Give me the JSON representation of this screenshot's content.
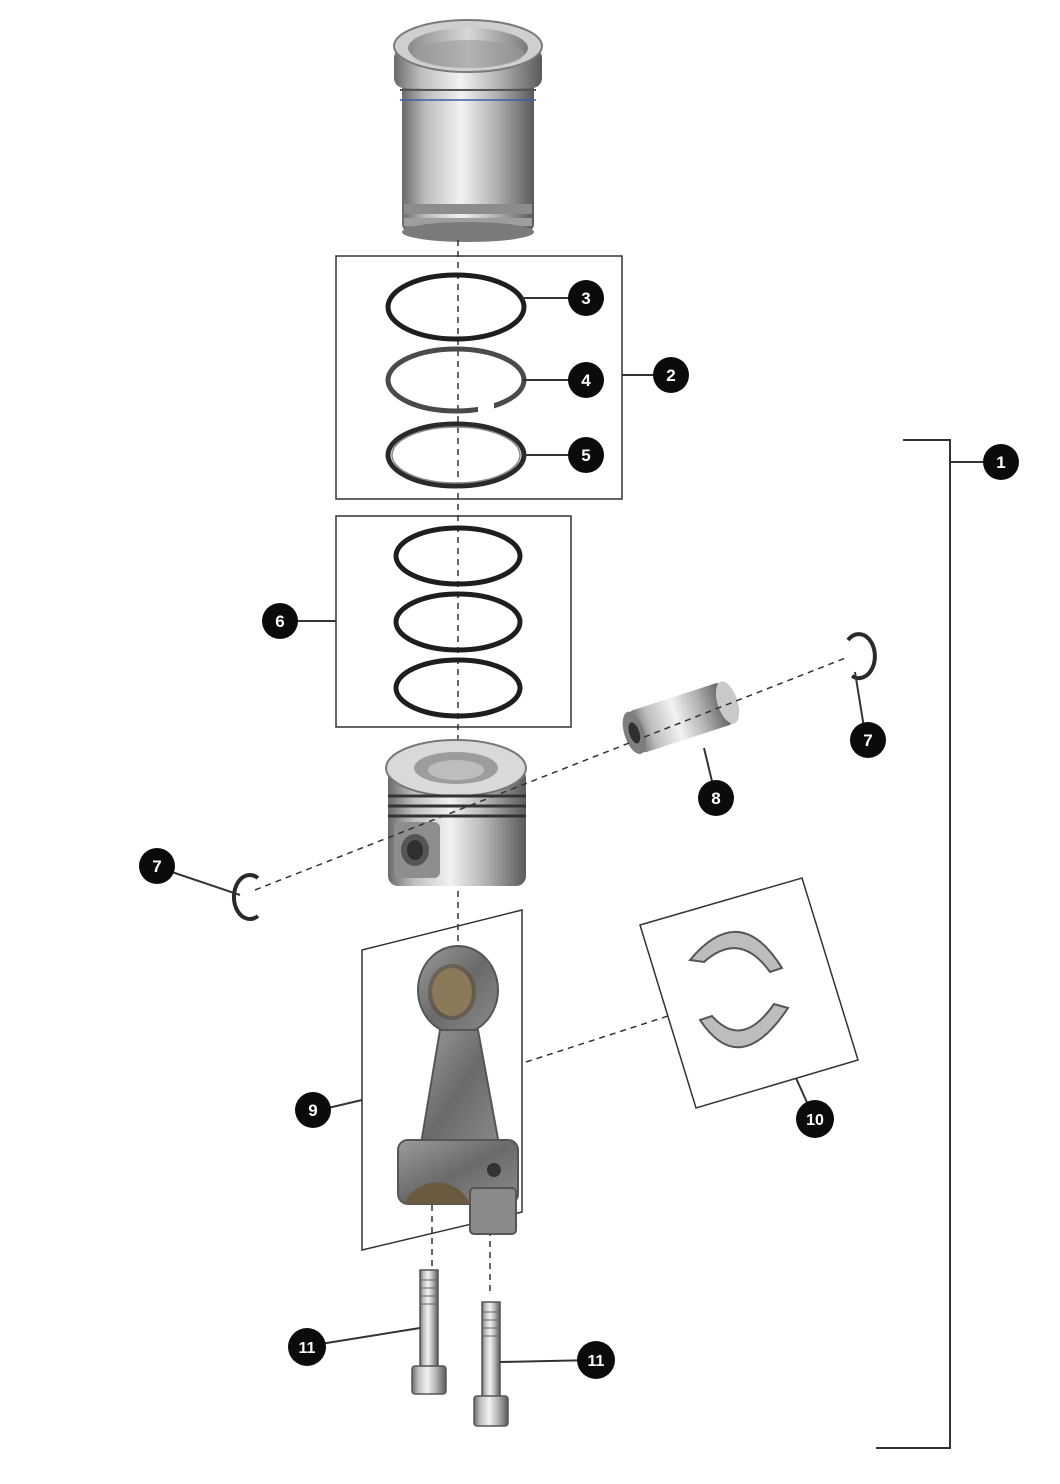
{
  "diagram": {
    "callouts": {
      "c1": "1",
      "c2": "2",
      "c3": "3",
      "c4": "4",
      "c5": "5",
      "c6": "6",
      "c7a": "7",
      "c7b": "7",
      "c8": "8",
      "c9": "9",
      "c10": "10",
      "c11a": "11",
      "c11b": "11"
    },
    "parts": [
      {
        "id": "cylinder-liner",
        "callout": null
      },
      {
        "id": "piston-ring-set",
        "callout": "2"
      },
      {
        "id": "compression-ring-top",
        "callout": "3"
      },
      {
        "id": "compression-ring-second",
        "callout": "4"
      },
      {
        "id": "oil-control-ring",
        "callout": "5"
      },
      {
        "id": "piston-ring-kit",
        "callout": "6"
      },
      {
        "id": "snap-ring",
        "callout": "7"
      },
      {
        "id": "piston-pin",
        "callout": "8"
      },
      {
        "id": "piston",
        "callout": null
      },
      {
        "id": "connecting-rod",
        "callout": "9"
      },
      {
        "id": "rod-bearing-shells",
        "callout": "10"
      },
      {
        "id": "rod-bolt",
        "callout": "11"
      },
      {
        "id": "complete-assembly",
        "callout": "1"
      }
    ],
    "colors": {
      "metal_light": "#e6e6e6",
      "metal_mid": "#a9a9a9",
      "metal_dark": "#5e5e5e",
      "ring": "#2b2b2b",
      "callout_fill": "#0b0b0b",
      "line": "#333333"
    }
  }
}
